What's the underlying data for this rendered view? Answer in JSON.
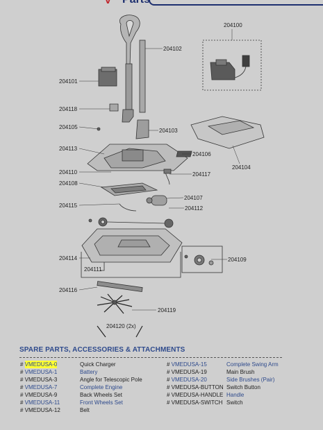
{
  "header": {
    "letter": "V",
    "word": "Parts"
  },
  "diagram_labels": {
    "handle": "204102",
    "charger": "204100",
    "battery": "204101",
    "tube_clip": "204118",
    "screw": "204105",
    "joint": "204103",
    "top_cover": "204113",
    "button": "204106",
    "dock": "204104",
    "switch": "204110",
    "cable": "204117",
    "panel": "204108",
    "motor": "204107",
    "gear": "204115",
    "axle": "204112",
    "base": "204114",
    "wheel": "204109",
    "bracket": "204111",
    "brush": "204116",
    "side_brush": "204119",
    "side_brush_qty": "204120 (2x)"
  },
  "spare_parts": {
    "title": "SPARE PARTS, ACCESSORIES & ATTACHMENTS",
    "left": [
      {
        "code": "VMEDUSA-0",
        "name": "Quick Charger",
        "code_link": true,
        "name_link": false,
        "highlight": true
      },
      {
        "code": "VMEDUSA-1",
        "name": "Battery",
        "code_link": true,
        "name_link": true
      },
      {
        "code": "VMEDUSA-3",
        "name": "Angle for Telescopic Pole",
        "code_link": false,
        "name_link": false
      },
      {
        "code": "VMEDUSA-7",
        "name": "Complete Engine",
        "code_link": true,
        "name_link": true
      },
      {
        "code": "VMEDUSA-9",
        "name": "Back Wheels Set",
        "code_link": false,
        "name_link": false
      },
      {
        "code": "VMEDUSA-11",
        "name": "Front Wheels Set",
        "code_link": true,
        "name_link": true
      },
      {
        "code": "VMEDUSA-12",
        "name": "Belt",
        "code_link": false,
        "name_link": false
      }
    ],
    "right": [
      {
        "code": "VMEDUSA-15",
        "name": "Complete Swing Arm",
        "code_link": true,
        "name_link": true
      },
      {
        "code": "VMEDUSA-19",
        "name": "Main Brush",
        "code_link": false,
        "name_link": false
      },
      {
        "code": "VMEDUSA-20",
        "name": "Side Brushes (Pair)",
        "code_link": true,
        "name_link": true
      },
      {
        "code": "VMEDUSA-BUTTON",
        "name": "Switch Button",
        "code_link": false,
        "name_link": false
      },
      {
        "code": "VMEDUSA-HANDLE",
        "name": "Handle",
        "code_link": false,
        "name_link": true
      },
      {
        "code": "VMEDUSA-SWITCH",
        "name": "Switch",
        "code_link": false,
        "name_link": false
      }
    ]
  },
  "colors": {
    "link": "#2e4a8c",
    "highlight": "#ffff33",
    "background": "#cfcfcf"
  }
}
